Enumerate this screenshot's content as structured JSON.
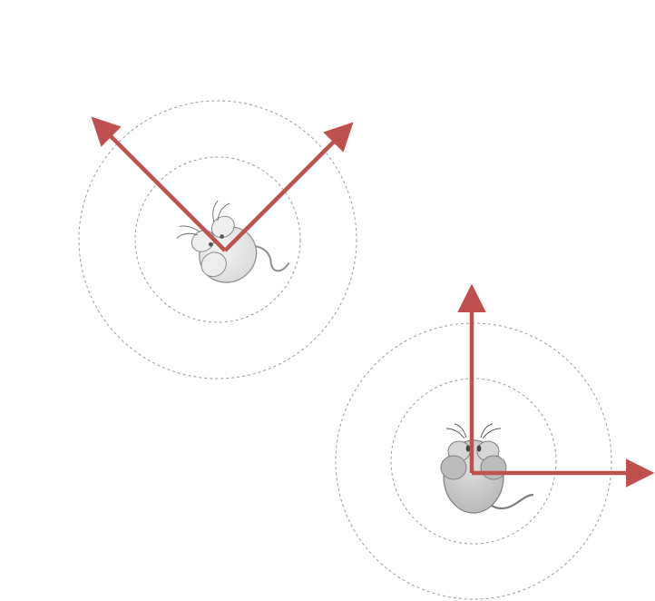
{
  "diagram": {
    "background_color": "#ffffff",
    "ring_color": "#9a9a9a",
    "arrow_color": "#c0504d",
    "mouse_body_color": "#e3e3e3",
    "mouse_body_color_dark": "#c8c8c8",
    "mice": [
      {
        "id": "mouse-top-left",
        "pose": "rotated",
        "arrows": [
          "arrow-up-left",
          "arrow-up-right"
        ]
      },
      {
        "id": "mouse-bottom-right",
        "pose": "upright",
        "arrows": [
          "arrow-up",
          "arrow-right"
        ]
      }
    ]
  }
}
